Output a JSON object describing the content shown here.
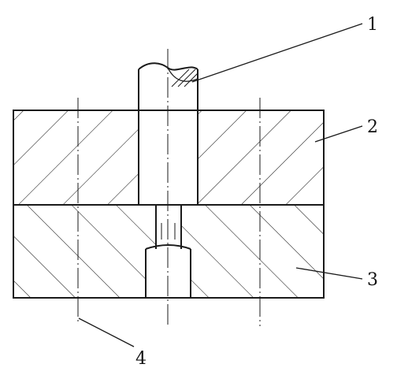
{
  "colors": {
    "ink": "#1a1a1a",
    "paper": "#ffffff"
  },
  "callouts": {
    "c1": "1",
    "c2": "2",
    "c3": "3",
    "c4": "4"
  }
}
